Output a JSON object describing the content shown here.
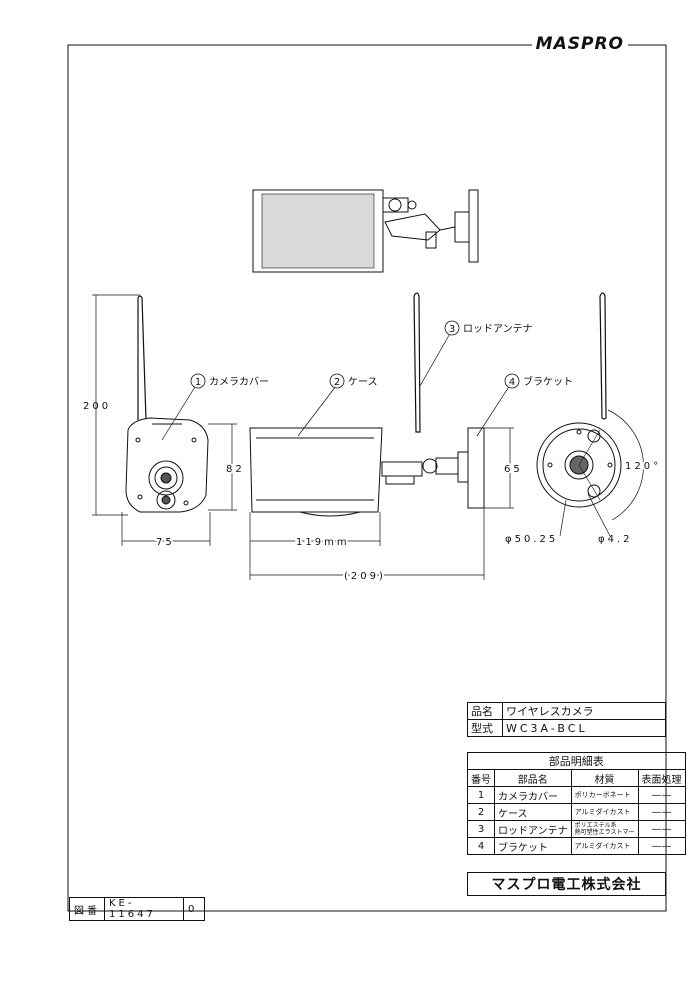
{
  "logo": "MASPRO",
  "callouts": [
    {
      "no": "1",
      "label": "カメラカバー"
    },
    {
      "no": "2",
      "label": "ケース"
    },
    {
      "no": "3",
      "label": "ロッドアンテナ"
    },
    {
      "no": "4",
      "label": "ブラケット"
    }
  ],
  "dimensions": {
    "height": "200",
    "front_width": "75",
    "front_height": "82",
    "case_length": "119mm",
    "total_length": "(209)",
    "bracket_height": "65",
    "rear_phi_large": "φ50.25",
    "rear_phi_small": "φ4.2",
    "rear_angle": "120°"
  },
  "title_block": {
    "name_label": "品名",
    "name_value": "ワイヤレスカメラ",
    "model_label": "型式",
    "model_value": "WC3A-BCL"
  },
  "parts_table": {
    "title": "部品明細表",
    "headers": [
      "番号",
      "部品名",
      "材質",
      "表面処理"
    ],
    "rows": [
      {
        "no": "1",
        "name": "カメラカバー",
        "material": "ポリカーボネート",
        "finish": "——"
      },
      {
        "no": "2",
        "name": "ケース",
        "material": "アルミダイカスト",
        "finish": "——"
      },
      {
        "no": "3",
        "name": "ロッドアンテナ",
        "material_line1": "ポリエステル系",
        "material_line2": "熱可塑性エラストマー",
        "finish": "——"
      },
      {
        "no": "4",
        "name": "ブラケット",
        "material": "アルミダイカスト",
        "finish": "——"
      }
    ]
  },
  "company": "マスプロ電工株式会社",
  "drawing_no": {
    "label": "図番",
    "number": "KE-11647",
    "rev": "0"
  }
}
